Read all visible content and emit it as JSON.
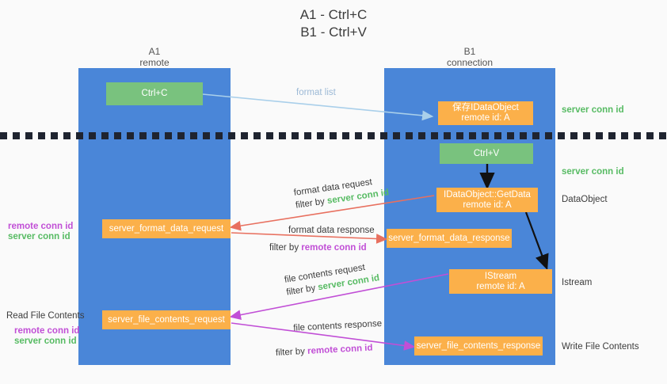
{
  "title": {
    "line1": "A1 - Ctrl+C",
    "line2": "B1 - Ctrl+V"
  },
  "columns": [
    {
      "name": "A1",
      "role": "remote"
    },
    {
      "name": "B1",
      "role": "connection"
    }
  ],
  "boxes": {
    "ctrl_c": "Ctrl+C",
    "ctrl_v": "Ctrl+V",
    "save_idataobject_l1": "保存IDataObject",
    "save_idataobject_l2": "remote id: A",
    "getdata_l1": "IDataObject::GetData",
    "getdata_l2": "remote id: A",
    "istream_l1": "IStream",
    "istream_l2": "remote id: A",
    "server_format_data_request": "server_format_data_request",
    "server_format_data_response": "server_format_data_response",
    "server_file_contents_request": "server_file_contents_request",
    "server_file_contents_response": "server_file_contents_response"
  },
  "edge_labels": {
    "format_list": "format list",
    "format_data_request": "format data request",
    "format_data_request_filter_pre": "filter by ",
    "format_data_request_filter_key": "server conn id",
    "format_data_response": "format data response",
    "format_data_response_filter_pre": "filter by ",
    "format_data_response_filter_key": "remote conn id",
    "file_contents_request": "file contents request",
    "file_contents_request_filter_pre": "filter by ",
    "file_contents_request_filter_key": "server conn id",
    "file_contents_response": "file contents response",
    "file_contents_response_filter_pre": "filter by ",
    "file_contents_response_filter_key": "remote conn id"
  },
  "right_annotations": {
    "server_conn_id_top": "server conn id",
    "server_conn_id_mid": "server conn id",
    "dataobject": "DataObject",
    "istream": "Istream",
    "write_file_contents": "Write File Contents"
  },
  "left_annotations": {
    "remote_conn_id_1": "remote conn id",
    "server_conn_id_1": "server conn id",
    "read_file_contents": "Read File Contents",
    "remote_conn_id_2": "remote conn id",
    "server_conn_id_2": "server conn id"
  },
  "colors": {
    "column_blue": "#4a86d8",
    "box_green": "#79c27e",
    "box_orange": "#fbb04a",
    "accent_green_text": "#57bb63",
    "accent_purple_text": "#c14fd6",
    "arrow_blue": "#a9cfea",
    "arrow_red": "#e8705f",
    "arrow_magenta": "#c14fd6",
    "arrow_black": "#111111",
    "background": "#fafafa"
  }
}
